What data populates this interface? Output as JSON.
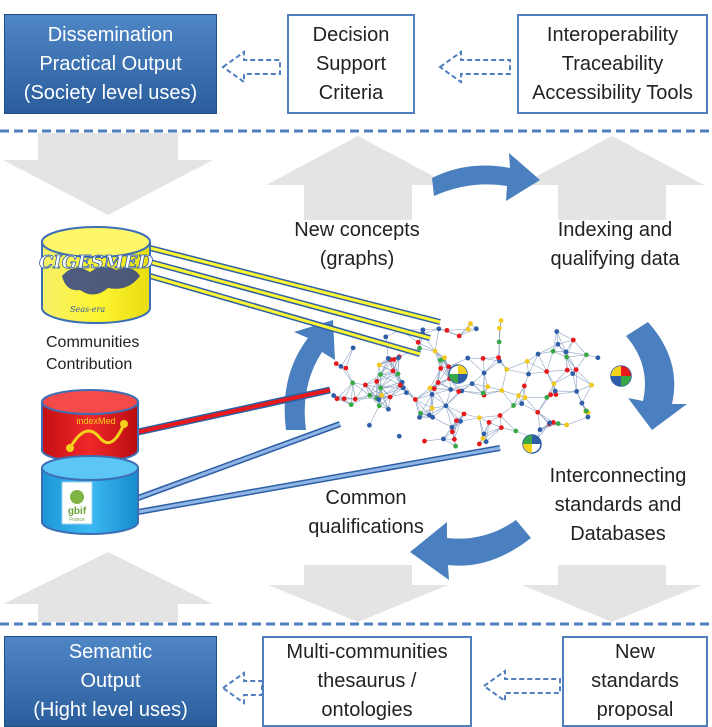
{
  "top_row": {
    "dissemination": [
      "Dissemination",
      "Practical Output",
      "(Society level uses)"
    ],
    "decision": [
      "Decision",
      "Support",
      "Criteria"
    ],
    "interoperability": [
      "Interoperability",
      "Traceability",
      "Accessibility Tools"
    ]
  },
  "bottom_row": {
    "semantic": [
      "Semantic",
      "Output",
      "(Hight level uses)"
    ],
    "thesaurus": [
      "Multi-communities",
      "thesaurus /",
      "ontologies"
    ],
    "standards": [
      "New",
      "standards",
      "proposal"
    ]
  },
  "labels": {
    "new_concepts": [
      "New concepts",
      "(graphs)"
    ],
    "indexing": [
      "Indexing and",
      "qualifying data"
    ],
    "communities": [
      "Communities",
      "Contribution"
    ],
    "interconnecting": [
      "Interconnecting",
      "standards and",
      "Databases"
    ],
    "common": [
      "Common",
      "qualifications"
    ]
  },
  "databases": {
    "cigesmed": "CIGESMED",
    "cigesmed_sub": "Seas-era",
    "red": "indexMed",
    "gbif": "gbif",
    "gbif_sub": "France"
  },
  "colors": {
    "box_blue": "#2b5d9c",
    "border_blue": "#4f7fbf",
    "arrow_blue": "#4a7fc0",
    "gray_arrow": "#e4e4e4",
    "yellow_db": "#fff533",
    "red_db": "#e8191b",
    "cyan_db": "#1ea8e8"
  }
}
